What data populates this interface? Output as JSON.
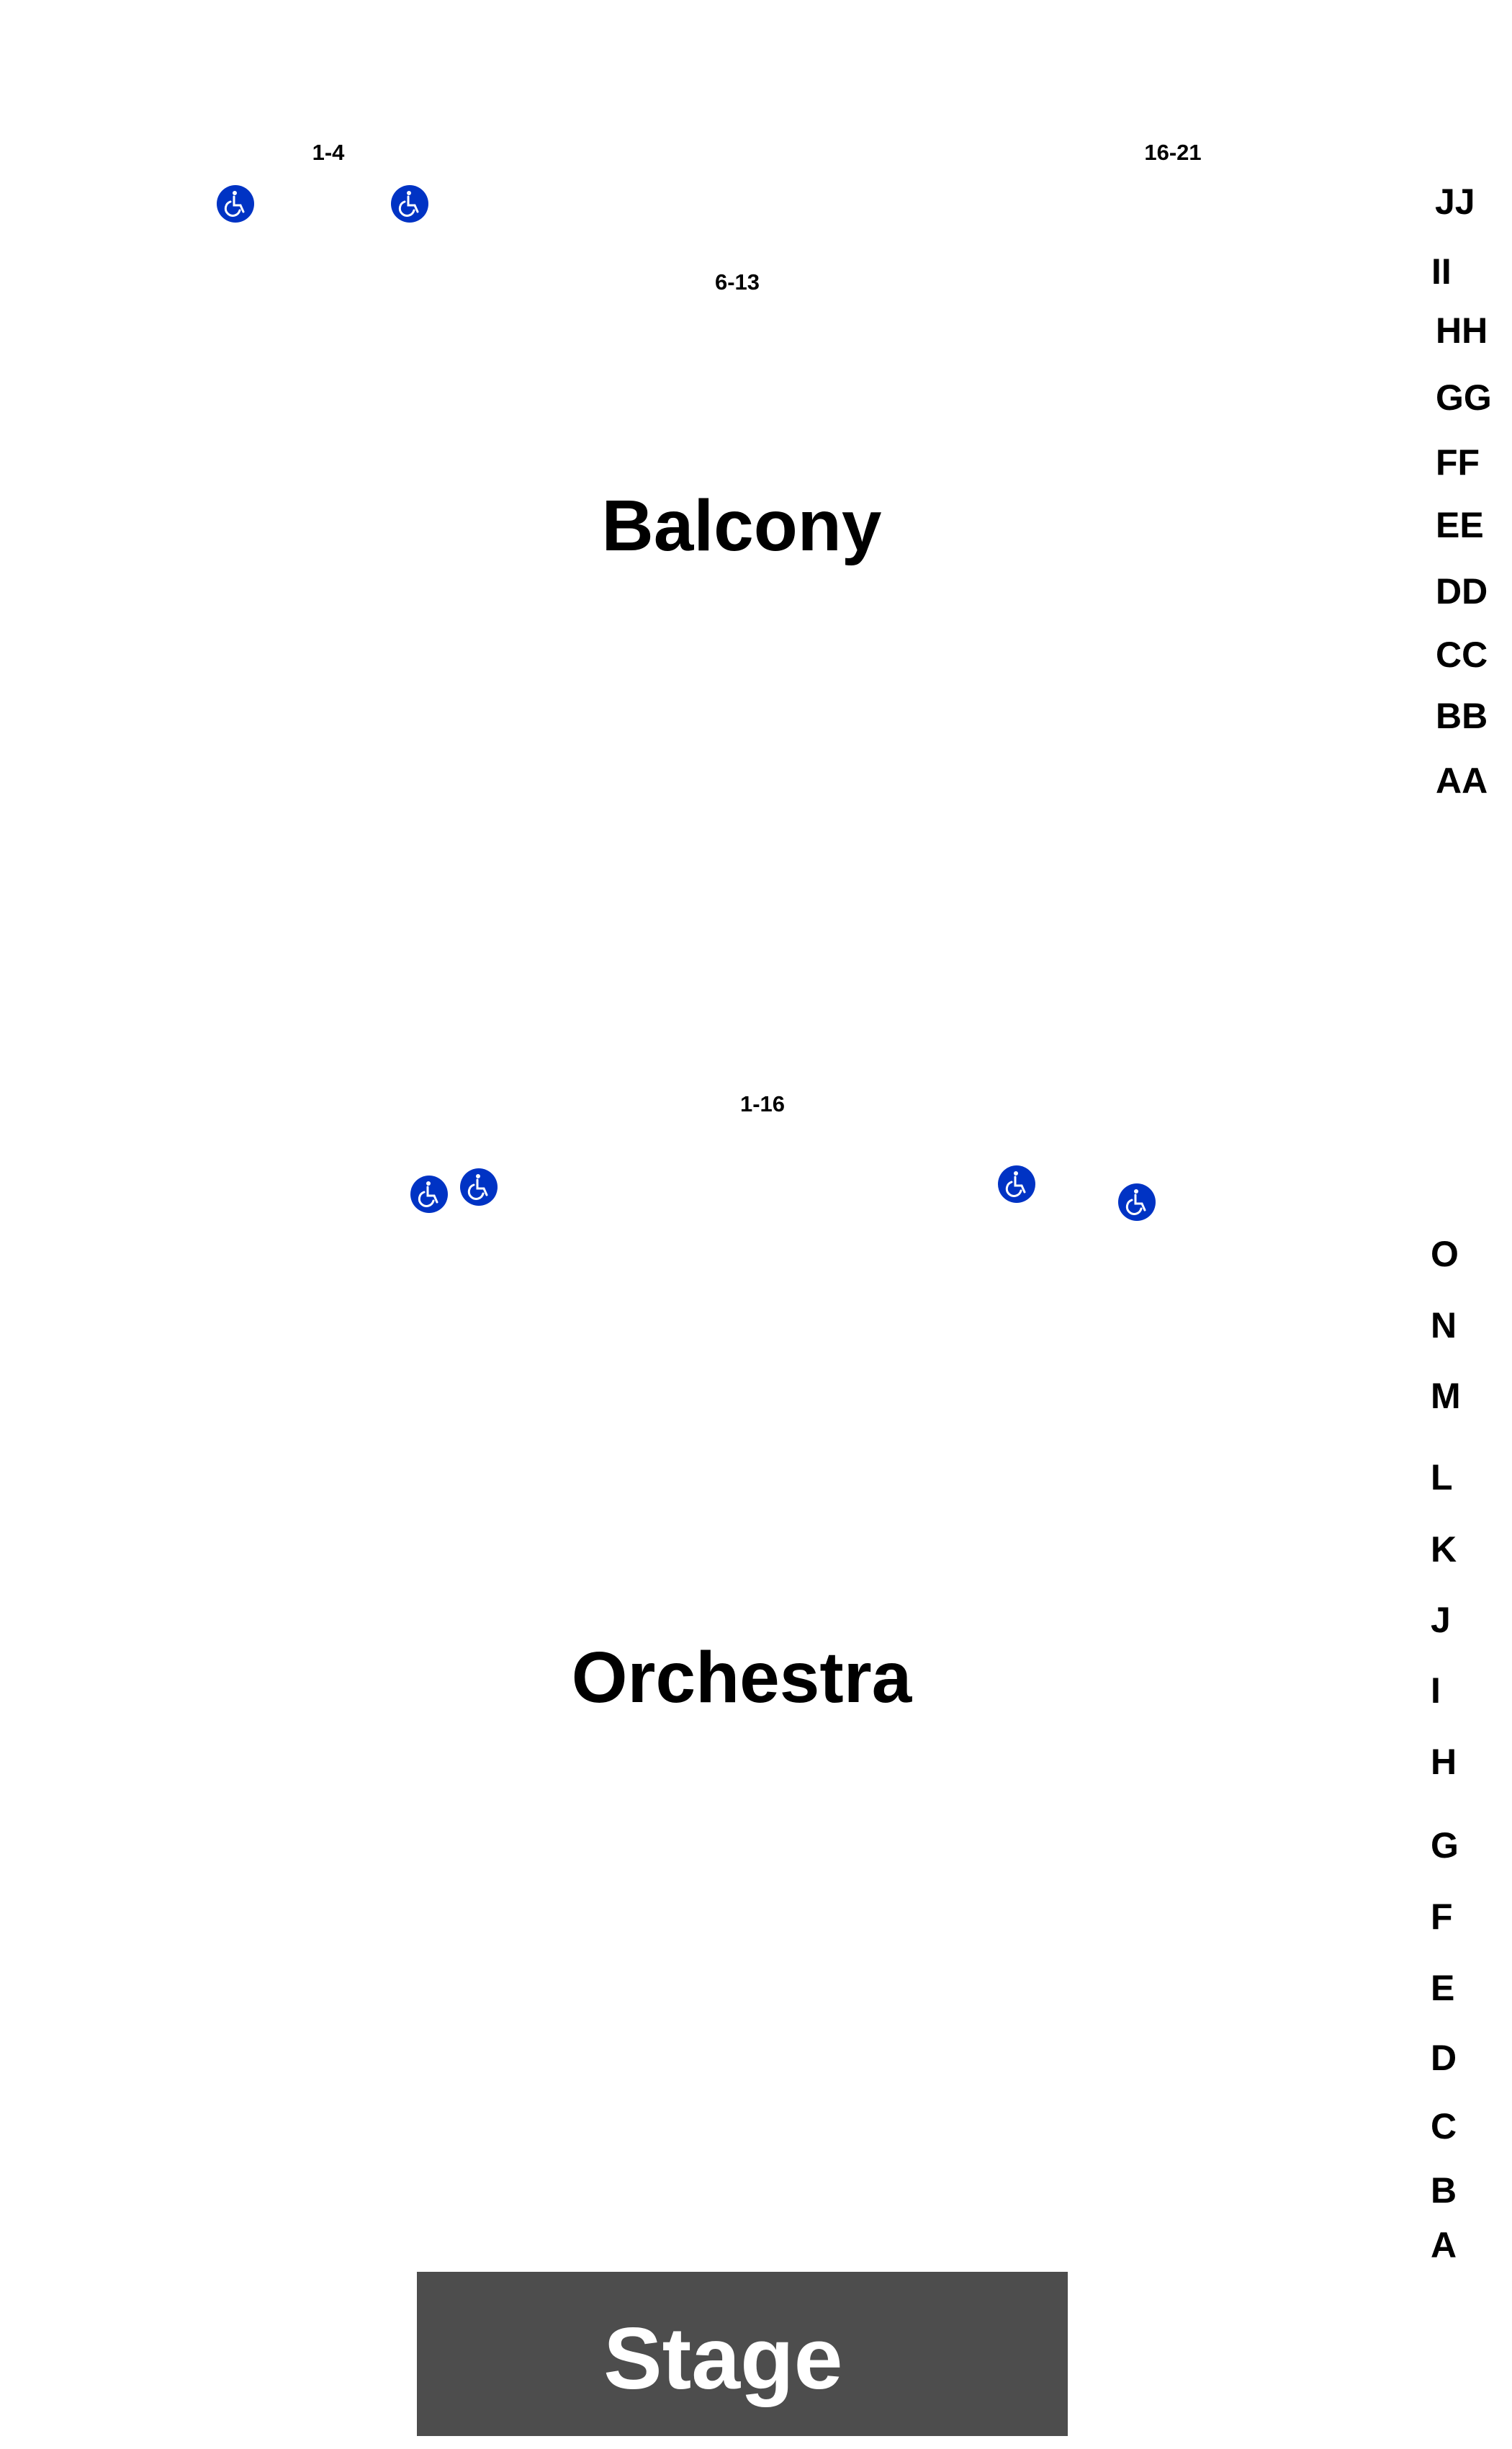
{
  "sections": {
    "balcony": {
      "title": "Balcony",
      "seat_ranges": [
        "1-4",
        "6-13",
        "16-21"
      ],
      "rows": [
        "JJ",
        "II",
        "HH",
        "GG",
        "FF",
        "EE",
        "DD",
        "CC",
        "BB",
        "AA"
      ]
    },
    "orchestra": {
      "title": "Orchestra",
      "seat_ranges": [
        "1-16"
      ],
      "rows": [
        "O",
        "N",
        "M",
        "L",
        "K",
        "J",
        "I",
        "H",
        "G",
        "F",
        "E",
        "D",
        "C",
        "B",
        "A"
      ]
    }
  },
  "stage": {
    "label": "Stage"
  },
  "colors": {
    "accessible": "#0033c4",
    "stage": "#4d4d4d"
  },
  "icons": {
    "accessible": "wheelchair-accessible-icon"
  }
}
